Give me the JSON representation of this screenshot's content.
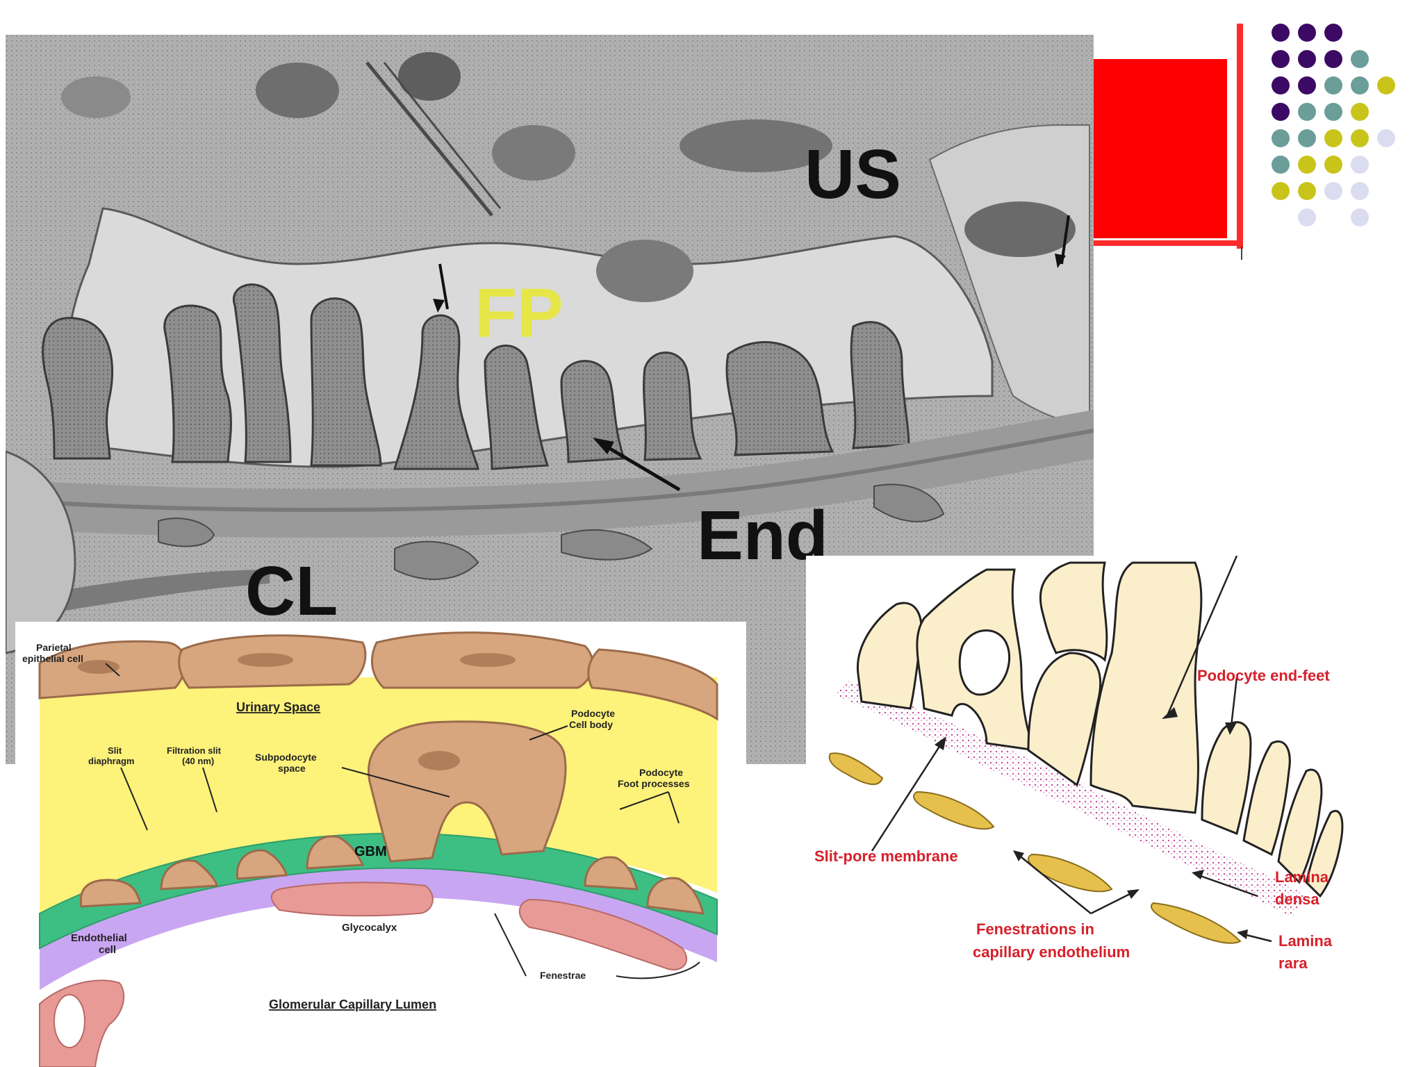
{
  "micrograph": {
    "labels": {
      "us": "US",
      "fp": "FP",
      "end": "End",
      "cl": "CL"
    },
    "colors": {
      "fp": "#e8e83a",
      "text": "#111111",
      "frame": "#2e3f66"
    }
  },
  "glomerular_diagram": {
    "labels": {
      "parietal_cell": [
        "Parietal",
        "epithelial cell"
      ],
      "urinary_space": "Urinary Space",
      "podocyte_cell_body": [
        "Podocyte",
        "Cell body"
      ],
      "slit_diaphragm": [
        "Slit",
        "diaphragm"
      ],
      "filtration_slit": [
        "Filtration slit",
        "(40 nm)"
      ],
      "subpodocyte_space": [
        "Subpodocyte",
        "space"
      ],
      "foot_processes": [
        "Podocyte",
        "Foot processes"
      ],
      "gbm": "GBM",
      "glycocalyx": "Glycocalyx",
      "endothelial_cell": [
        "Endothelial",
        "cell"
      ],
      "fenestrae": "Fenestrae",
      "lumen": "Glomerular Capillary Lumen"
    },
    "colors": {
      "urinary_space": "#fdf27a",
      "gbm": "#3dbf84",
      "glycocalyx": "#c9a6f2",
      "cell": "#d7a57e",
      "endothelium": "#e79a96"
    }
  },
  "podocyte_diagram": {
    "labels": {
      "end_feet": "Podocyte end-feet",
      "slit_pore": "Slit-pore membrane",
      "lamina_densa": [
        "Lamina",
        "densa"
      ],
      "fenestrations": [
        "Fenestrations in",
        "capillary endothelium"
      ],
      "lamina_rara": [
        "Lamina",
        "rara"
      ]
    },
    "colors": {
      "label": "#d6202a",
      "feet": "#fbeecb",
      "fenestration": "#e6c04c",
      "densa": "#c44a9c"
    }
  },
  "decoration": {
    "colors": {
      "red": "#ff0000",
      "purple": "#3c0a64",
      "teal": "#6b9e98",
      "olive": "#c9c41a",
      "lavender": "#dcdcf0"
    }
  }
}
